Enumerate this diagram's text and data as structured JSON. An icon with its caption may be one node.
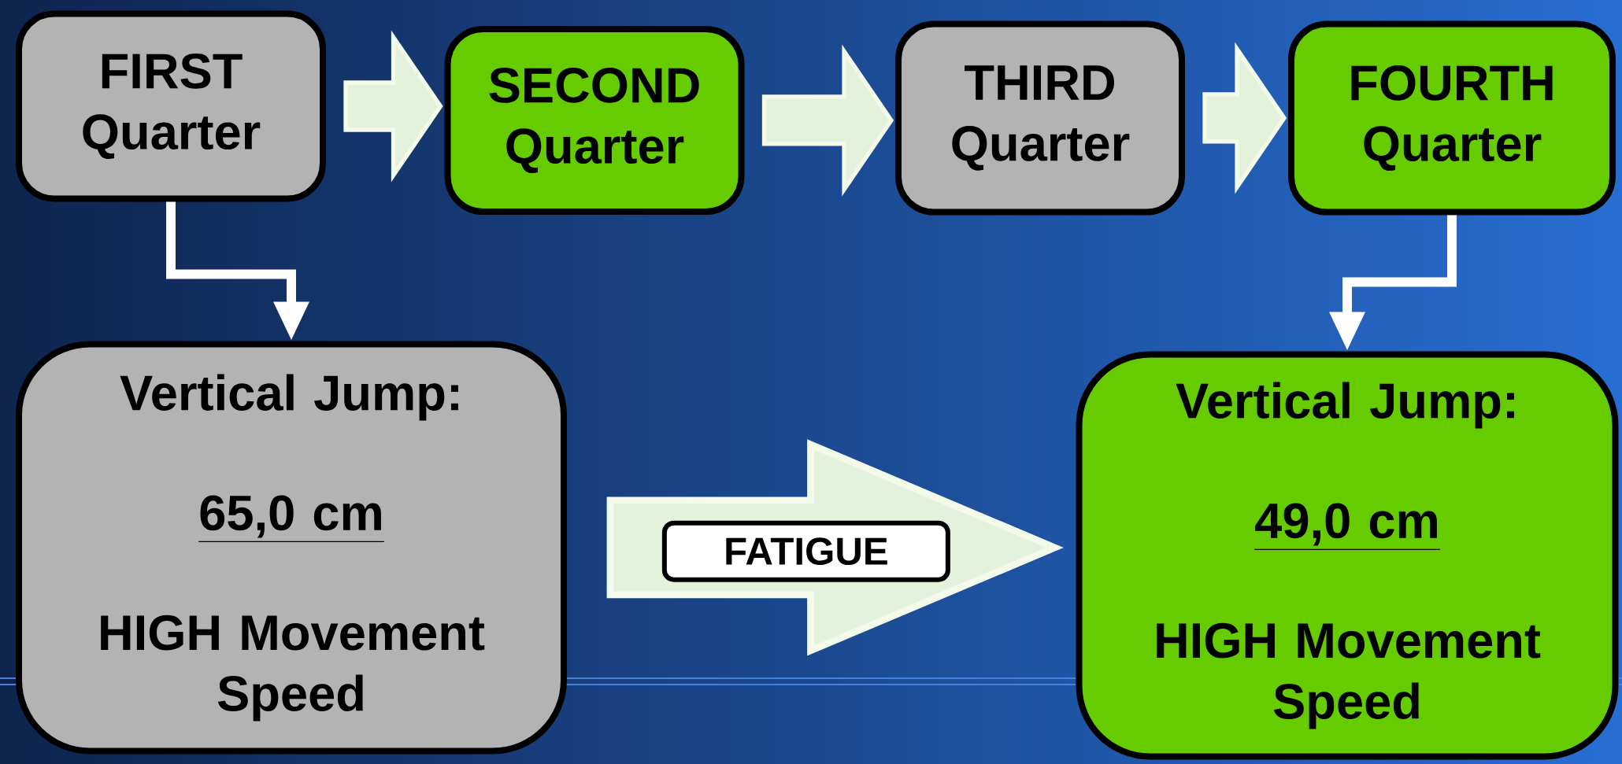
{
  "diagram": {
    "nodes": [
      {
        "text": [
          "FIRST Quarter"
        ]
      },
      {
        "text": [
          "SECOND Quarter"
        ]
      },
      {
        "text": [
          "THIRD Quarter"
        ]
      },
      {
        "text": [
          "FOURTH Quarter"
        ]
      },
      {
        "text": [
          "Vertical Jump:",
          "65,0 cm",
          "HIGH Movement Speed"
        ]
      },
      {
        "text": [
          "Vertical Jump:",
          "49,0 cm",
          "HIGH Movement Speed"
        ]
      }
    ],
    "edges": [
      {
        "from": 0,
        "to": 1,
        "arrow": "to"
      },
      {
        "from": 1,
        "to": 2,
        "arrow": "to"
      },
      {
        "from": 2,
        "to": 3,
        "arrow": "to"
      },
      {
        "from": 0,
        "to": 4,
        "arrow": "to"
      },
      {
        "from": 3,
        "to": 5,
        "arrow": "to"
      },
      {
        "from": 4,
        "to": 5,
        "arrow": "to",
        "label": "FATIGUE"
      }
    ]
  }
}
